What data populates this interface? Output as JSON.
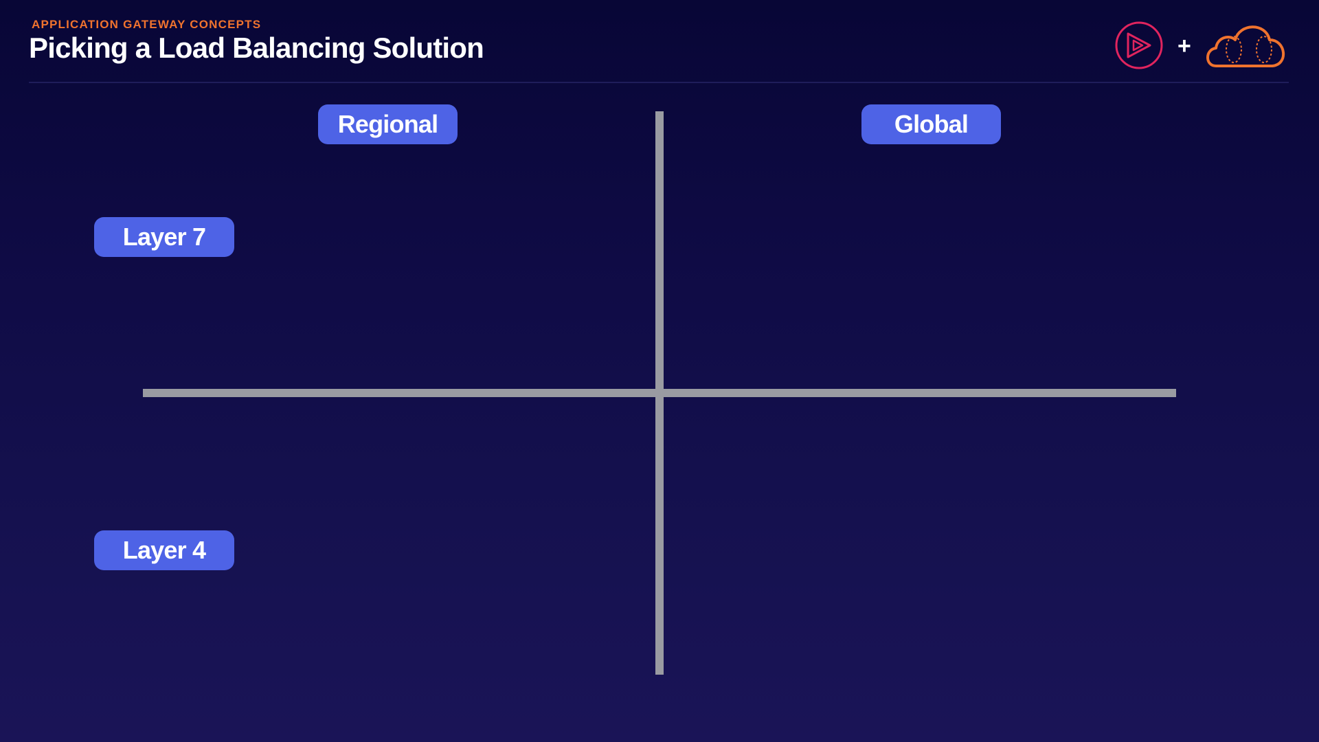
{
  "header": {
    "eyebrow": "APPLICATION GATEWAY CONCEPTS",
    "title": "Picking a Load Balancing Solution",
    "logos_separator": "+",
    "logos": [
      "play-circle-logo",
      "cloud-logo"
    ]
  },
  "quadrant": {
    "columns": [
      "Regional",
      "Global"
    ],
    "rows": [
      "Layer 7",
      "Layer 4"
    ]
  },
  "colors": {
    "accent_orange": "#f0732e",
    "pill_blue": "#4e63e6",
    "axis_gray": "#9a9ba2",
    "play_red": "#e0245e",
    "background_top": "#080636",
    "background_bottom": "#1a1457"
  }
}
